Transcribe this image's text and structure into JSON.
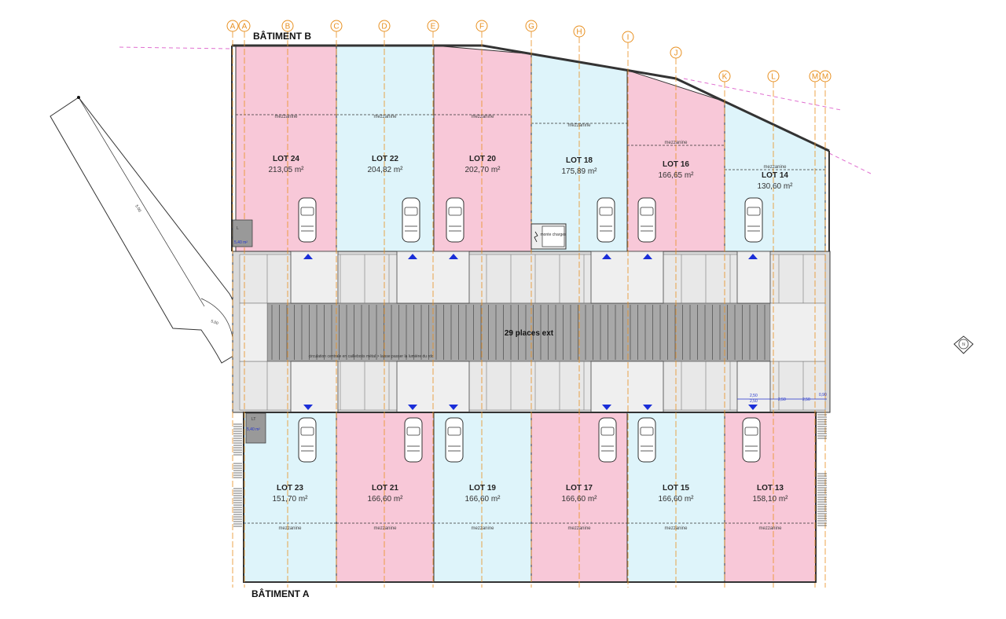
{
  "buildings": {
    "b": "BÂTIMENT B",
    "a": "BÂTIMENT A"
  },
  "grid_labels": [
    "A",
    "A",
    "B",
    "C",
    "D",
    "E",
    "F",
    "G",
    "H",
    "I",
    "J",
    "K",
    "L",
    "M",
    "M"
  ],
  "top_lots": [
    {
      "name": "LOT 24",
      "area": "213,05 m²",
      "color": "pink",
      "mezz": "mezzanine"
    },
    {
      "name": "LOT 22",
      "area": "204,82 m²",
      "color": "blue",
      "mezz": "mezzanine"
    },
    {
      "name": "LOT 20",
      "area": "202,70 m²",
      "color": "pink",
      "mezz": "mezzanine"
    },
    {
      "name": "LOT 18",
      "area": "175,89 m²",
      "color": "blue",
      "mezz": "mezzanine"
    },
    {
      "name": "LOT 16",
      "area": "166,65 m²",
      "color": "pink",
      "mezz": "mezzanine"
    },
    {
      "name": "LOT 14",
      "area": "130,60 m²",
      "color": "blue",
      "mezz": "mezzanine"
    }
  ],
  "bottom_lots": [
    {
      "name": "LOT 23",
      "area": "151,70 m²",
      "color": "blue",
      "mezz": "mezzanine"
    },
    {
      "name": "LOT 21",
      "area": "166,60 m²",
      "color": "pink",
      "mezz": "mezzanine"
    },
    {
      "name": "LOT 19",
      "area": "166,60 m²",
      "color": "blue",
      "mezz": "mezzanine"
    },
    {
      "name": "LOT 17",
      "area": "166,60 m²",
      "color": "pink",
      "mezz": "mezzanine"
    },
    {
      "name": "LOT 15",
      "area": "166,60 m²",
      "color": "blue",
      "mezz": "mezzanine"
    },
    {
      "name": "LOT 13",
      "area": "158,10 m²",
      "color": "pink",
      "mezz": "mezzanine"
    }
  ],
  "center_label": "29 places ext",
  "circulation_note": "circulation centrale en caillebotis métal > laisse passer la lumière du rdc",
  "lift_label": "monte charges",
  "local_top": {
    "tag": "L",
    "area": "5,40 m²"
  },
  "local_bottom": {
    "tag": "LT",
    "area": "5,40 m²"
  },
  "ramp_labels": [
    "5.00",
    "5.00"
  ],
  "dims": [
    "2,50",
    "2,50",
    "2,50",
    "2,50",
    "0,90"
  ],
  "compass": "N",
  "colors": {
    "pink": "#f8c8d8",
    "blue": "#def4fa",
    "grid": "#e89020",
    "arrow": "#1a2ed8",
    "property": "#e070d0"
  }
}
